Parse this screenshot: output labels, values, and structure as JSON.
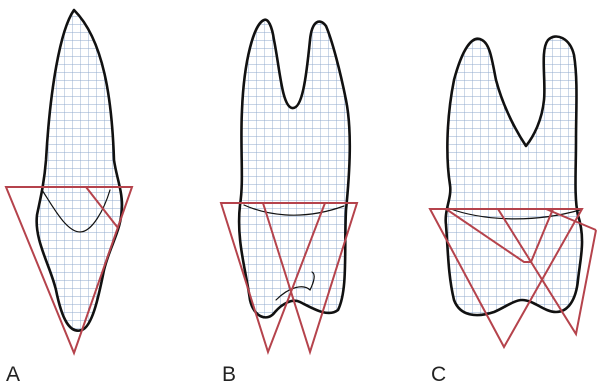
{
  "colors": {
    "outline": "#111111",
    "grid": "#8fa8cc",
    "triangle": "#b5434c",
    "background": "#ffffff"
  },
  "panels": [
    {
      "label": "A"
    },
    {
      "label": "B"
    },
    {
      "label": "C"
    }
  ]
}
